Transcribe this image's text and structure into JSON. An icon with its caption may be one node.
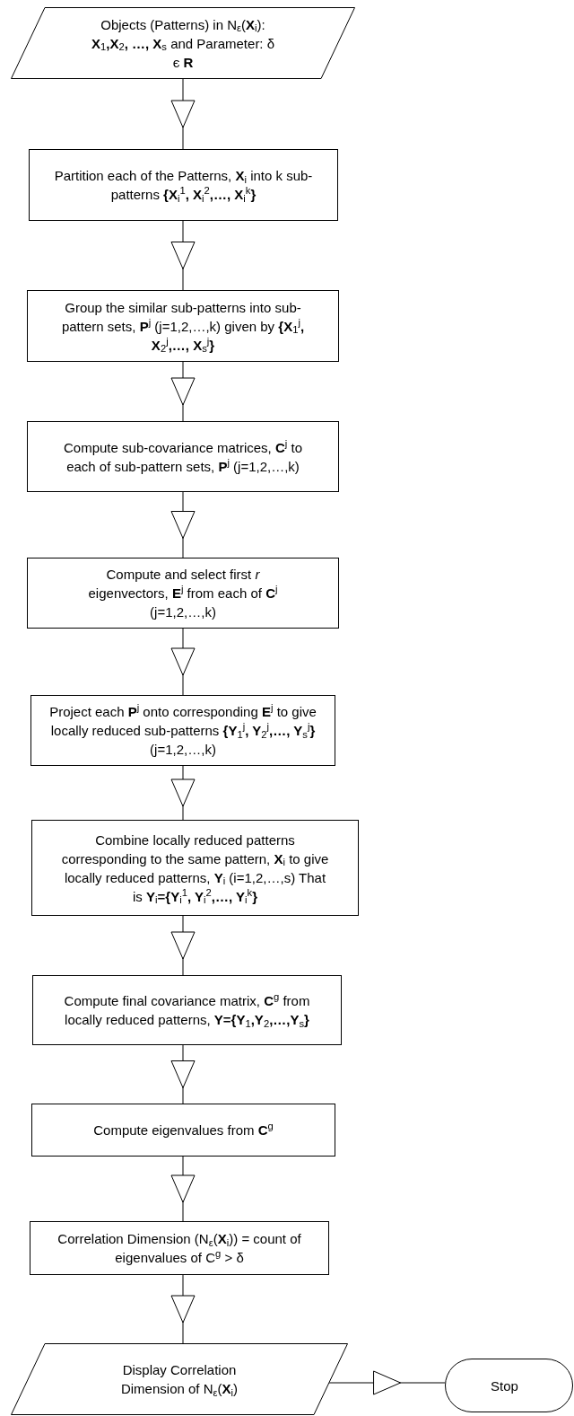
{
  "diagram": {
    "nodes": [
      {
        "text": [
          "Objects (Patterns) in N$_{ε}$(**X**$_{i}$): **X**$_{1}$**,X**$_{2}$**, …, X**$_{s}$ and Parameter: δ є **R**"
        ]
      },
      {
        "text": [
          "Partition each of the Patterns, **X**$_{i}$ into k sub-patterns **{X**$_{i}$$^{1}$**, X**$_{i}$$^{2}$**,…, X**$_{i}$$^{k}$**}**"
        ]
      },
      {
        "text": [
          "Group the similar sub-patterns into sub-pattern sets, **P**$^{j}$ (j=1,2,…,k) given by **{X**$_{1}$$^{j}$**, X**$_{2}$$^{j}$**,…, X**$_{s}$$^{j}$**}**"
        ]
      },
      {
        "text": [
          "Compute sub-covariance matrices, **C**$^{j}$ to each of  sub-pattern sets, **P**$^{j}$ (j=1,2,…,k)"
        ]
      },
      {
        "text": [
          "Compute and select first *r* eigenvectors, **E**$^{j}$ from each of **C**$^{j}$ (j=1,2,…,k)"
        ]
      },
      {
        "text": [
          "Project each **P**$^{j}$ onto corresponding **E**$^{j}$ to give locally reduced sub-patterns **{Y**$_{1}$$^{j}$**, Y**$_{2}$$^{j}$**,…, Y**$_{s}$$^{j}$**}** (j=1,2,…,k)"
        ]
      },
      {
        "text": [
          "Combine locally reduced patterns corresponding to the same pattern, **X**$_{i}$ to give locally reduced patterns, **Y**$_{i}$ (i=1,2,…,s) That is **Y**$_{i}$**={Y**$_{i}$$^{1}$**, Y**$_{i}$$^{2}$**,…, Y**$_{i}$$^{k}$**}**"
        ]
      },
      {
        "text": [
          "Compute  final covariance matrix, **C**$^{g}$ from locally reduced patterns, **Y={Y**$_{1}$**,Y**$_{2}$**,…,Y**$_{s}$**}**"
        ]
      },
      {
        "text": [
          "Compute eigenvalues from **C**$^{g}$"
        ]
      },
      {
        "text": [
          "Correlation Dimension (N$_{ε}$(**X**$_{i}$)) = count of eigenvalues of C$^{g}$ > δ"
        ]
      },
      {
        "text": [
          "Display Correlation Dimension of N$_{ε}$(**X**$_{i}$)"
        ]
      },
      {
        "text": [
          "Stop"
        ]
      }
    ],
    "edges": [
      {
        "from": 0,
        "to": 1,
        "arrow": "to"
      },
      {
        "from": 1,
        "to": 2,
        "arrow": "to"
      },
      {
        "from": 2,
        "to": 3,
        "arrow": "to"
      },
      {
        "from": 3,
        "to": 4,
        "arrow": "to"
      },
      {
        "from": 4,
        "to": 5,
        "arrow": "to"
      },
      {
        "from": 5,
        "to": 6,
        "arrow": "to"
      },
      {
        "from": 6,
        "to": 7,
        "arrow": "to"
      },
      {
        "from": 7,
        "to": 8,
        "arrow": "to"
      },
      {
        "from": 8,
        "to": 9,
        "arrow": "to"
      },
      {
        "from": 9,
        "to": 10,
        "arrow": "to"
      },
      {
        "from": 10,
        "to": 11,
        "arrow": "to"
      }
    ]
  }
}
